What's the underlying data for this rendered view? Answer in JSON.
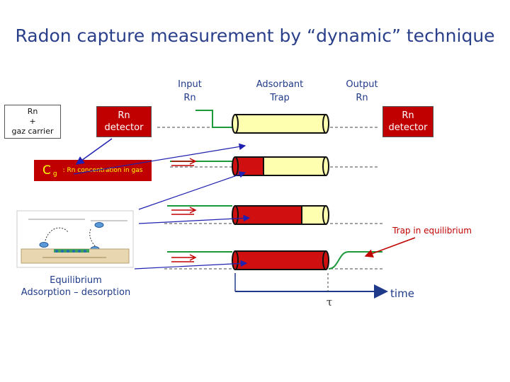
{
  "title": "Radon capture measurement by “dynamic” technique",
  "labels": {
    "input_rn": [
      "Input",
      "Rn"
    ],
    "adsorbant_trap": [
      "Adsorbant",
      "Trap"
    ],
    "output_rn": [
      "Output",
      "Rn"
    ],
    "rn_gaz_carrier": [
      "Rn",
      "+",
      "gaz carrier"
    ],
    "rn_detector_left": [
      "Rn",
      "detector"
    ],
    "rn_detector_right": [
      "Rn",
      "detector"
    ],
    "trap_equilibrium": "Trap in equilibrium",
    "equilibrium": [
      "Equilibrium",
      "Adsorption – desorption"
    ],
    "tau": "τ",
    "time": "time"
  },
  "cg_box": {
    "symbol": "C",
    "subscript": "g",
    "text": ": Rn concentration in gas"
  },
  "colors": {
    "title": "#2a3f8a",
    "label": "#1f3a8a",
    "red": "#c00000",
    "yellow_fill": "#ffffb0",
    "green_line": "#1a9a3a",
    "arrow_blue": "#2020b0"
  }
}
